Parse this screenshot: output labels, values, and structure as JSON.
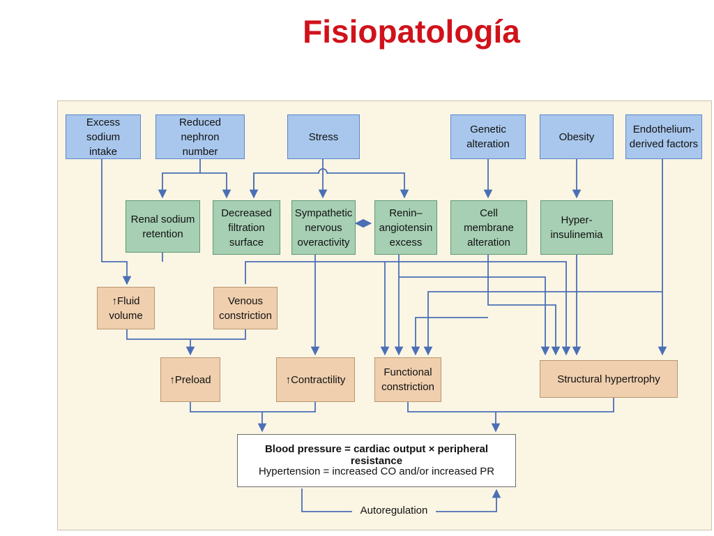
{
  "title": "Fisiopatología",
  "nodes": {
    "excess_sodium": "Excess sodium\nintake",
    "reduced_nephron": "Reduced nephron\nnumber",
    "stress": "Stress",
    "genetic": "Genetic\nalteration",
    "obesity": "Obesity",
    "endothelium": "Endothelium-\nderived factors",
    "renal_sodium": "Renal sodium\nretention",
    "decreased_filtration": "Decreased\nfiltration\nsurface",
    "sympathetic": "Sympathetic\nnervous\noveractivity",
    "renin": "Renin–\nangiotensin\nexcess",
    "cell_membrane": "Cell membrane\nalteration",
    "hyperinsulinemia": "Hyper-\ninsulinemia",
    "fluid_volume": "↑Fluid\nvolume",
    "venous": "Venous\nconstriction",
    "preload": "↑Preload",
    "contractility": "↑Contractility",
    "functional": "Functional\nconstriction",
    "structural": "Structural hypertrophy"
  },
  "equation": {
    "line1": "Blood pressure = cardiac output × peripheral resistance",
    "line2": "Hypertension = increased CO and/or increased PR"
  },
  "autoregulation": "Autoregulation",
  "colors": {
    "title": "#d0121b",
    "arrow": "#4a6fb5",
    "blue_box": "#a9c7ec",
    "green_box": "#a6cfb3",
    "tan_box": "#efcfae",
    "panel": "#fbf5e4"
  }
}
